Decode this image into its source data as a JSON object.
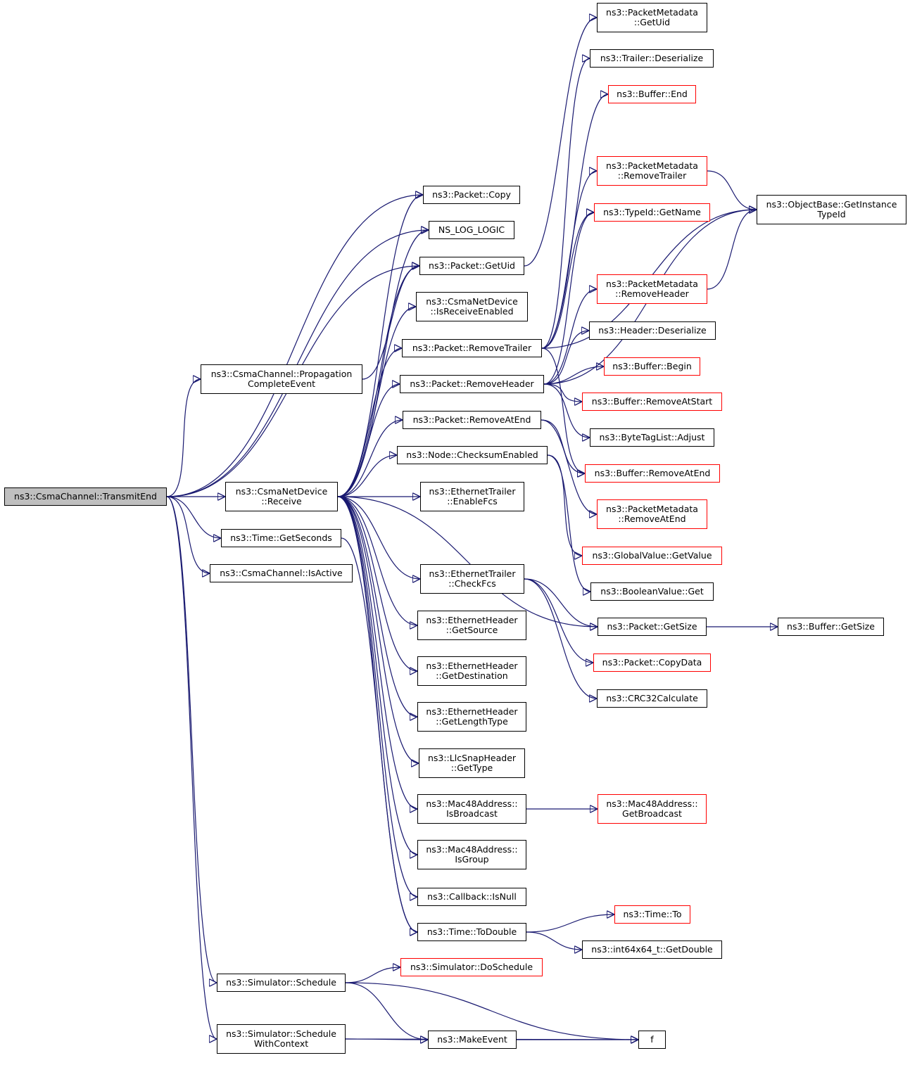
{
  "colors": {
    "edge": "#191970",
    "node_border": "#000000",
    "truncated_border": "#ff0000",
    "root_fill": "#bfbfbf"
  },
  "nodes": {
    "transmit_end": {
      "lines": [
        "ns3::CsmaChannel::TransmitEnd"
      ],
      "style": "root"
    },
    "packet_copy": {
      "lines": [
        "ns3::Packet::Copy"
      ],
      "style": "normal"
    },
    "ns_log_logic": {
      "lines": [
        "NS_LOG_LOGIC"
      ],
      "style": "normal"
    },
    "packet_getuid": {
      "lines": [
        "ns3::Packet::GetUid"
      ],
      "style": "normal"
    },
    "propagation_complete": {
      "lines": [
        "ns3::CsmaChannel::Propagation",
        "CompleteEvent"
      ],
      "style": "normal"
    },
    "csma_receive": {
      "lines": [
        "ns3::CsmaNetDevice",
        "::Receive"
      ],
      "style": "normal"
    },
    "time_getseconds": {
      "lines": [
        "ns3::Time::GetSeconds"
      ],
      "style": "normal"
    },
    "channel_isactive": {
      "lines": [
        "ns3::CsmaChannel::IsActive"
      ],
      "style": "normal"
    },
    "sim_schedule": {
      "lines": [
        "ns3::Simulator::Schedule"
      ],
      "style": "normal"
    },
    "sim_schedule_ctx": {
      "lines": [
        "ns3::Simulator::Schedule",
        "WithContext"
      ],
      "style": "normal"
    },
    "is_receive_enabled": {
      "lines": [
        "ns3::CsmaNetDevice",
        "::IsReceiveEnabled"
      ],
      "style": "normal"
    },
    "packet_remove_trailer": {
      "lines": [
        "ns3::Packet::RemoveTrailer"
      ],
      "style": "normal"
    },
    "packet_remove_header": {
      "lines": [
        "ns3::Packet::RemoveHeader"
      ],
      "style": "normal"
    },
    "packet_remove_atend": {
      "lines": [
        "ns3::Packet::RemoveAtEnd"
      ],
      "style": "normal"
    },
    "node_checksum": {
      "lines": [
        "ns3::Node::ChecksumEnabled"
      ],
      "style": "normal"
    },
    "eth_trailer_enablefcs": {
      "lines": [
        "ns3::EthernetTrailer",
        "::EnableFcs"
      ],
      "style": "normal"
    },
    "eth_trailer_checkfcs": {
      "lines": [
        "ns3::EthernetTrailer",
        "::CheckFcs"
      ],
      "style": "normal"
    },
    "eth_header_getsource": {
      "lines": [
        "ns3::EthernetHeader",
        "::GetSource"
      ],
      "style": "normal"
    },
    "eth_header_getdest": {
      "lines": [
        "ns3::EthernetHeader",
        "::GetDestination"
      ],
      "style": "normal"
    },
    "eth_header_getlen": {
      "lines": [
        "ns3::EthernetHeader",
        "::GetLengthType"
      ],
      "style": "normal"
    },
    "llc_gettype": {
      "lines": [
        "ns3::LlcSnapHeader",
        "::GetType"
      ],
      "style": "normal"
    },
    "mac48_isbroadcast": {
      "lines": [
        "ns3::Mac48Address::",
        "IsBroadcast"
      ],
      "style": "normal"
    },
    "mac48_isgroup": {
      "lines": [
        "ns3::Mac48Address::",
        "IsGroup"
      ],
      "style": "normal"
    },
    "callback_isnull": {
      "lines": [
        "ns3::Callback::IsNull"
      ],
      "style": "normal"
    },
    "time_todouble": {
      "lines": [
        "ns3::Time::ToDouble"
      ],
      "style": "normal"
    },
    "sim_doschedule": {
      "lines": [
        "ns3::Simulator::DoSchedule"
      ],
      "style": "truncated"
    },
    "make_event": {
      "lines": [
        "ns3::MakeEvent"
      ],
      "style": "normal"
    },
    "pm_getuid": {
      "lines": [
        "ns3::PacketMetadata",
        "::GetUid"
      ],
      "style": "normal"
    },
    "trailer_deserialize": {
      "lines": [
        "ns3::Trailer::Deserialize"
      ],
      "style": "normal"
    },
    "buffer_end": {
      "lines": [
        "ns3::Buffer::End"
      ],
      "style": "truncated"
    },
    "pm_removetrailer": {
      "lines": [
        "ns3::PacketMetadata",
        "::RemoveTrailer"
      ],
      "style": "truncated"
    },
    "typeid_getname": {
      "lines": [
        "ns3::TypeId::GetName"
      ],
      "style": "truncated"
    },
    "pm_removeheader": {
      "lines": [
        "ns3::PacketMetadata",
        "::RemoveHeader"
      ],
      "style": "truncated"
    },
    "header_deserialize": {
      "lines": [
        "ns3::Header::Deserialize"
      ],
      "style": "normal"
    },
    "buffer_begin": {
      "lines": [
        "ns3::Buffer::Begin"
      ],
      "style": "truncated"
    },
    "buffer_removeatstart": {
      "lines": [
        "ns3::Buffer::RemoveAtStart"
      ],
      "style": "truncated"
    },
    "bytetaglist_adjust": {
      "lines": [
        "ns3::ByteTagList::Adjust"
      ],
      "style": "normal"
    },
    "buffer_removeatend": {
      "lines": [
        "ns3::Buffer::RemoveAtEnd"
      ],
      "style": "truncated"
    },
    "pm_removeatend": {
      "lines": [
        "ns3::PacketMetadata",
        "::RemoveAtEnd"
      ],
      "style": "truncated"
    },
    "globalvalue_getvalue": {
      "lines": [
        "ns3::GlobalValue::GetValue"
      ],
      "style": "truncated"
    },
    "booleanvalue_get": {
      "lines": [
        "ns3::BooleanValue::Get"
      ],
      "style": "normal"
    },
    "packet_getsize": {
      "lines": [
        "ns3::Packet::GetSize"
      ],
      "style": "normal"
    },
    "packet_copydata": {
      "lines": [
        "ns3::Packet::CopyData"
      ],
      "style": "truncated"
    },
    "crc32_calculate": {
      "lines": [
        "ns3::CRC32Calculate"
      ],
      "style": "normal"
    },
    "mac48_getbroadcast": {
      "lines": [
        "ns3::Mac48Address::",
        "GetBroadcast"
      ],
      "style": "truncated"
    },
    "time_to": {
      "lines": [
        "ns3::Time::To"
      ],
      "style": "truncated"
    },
    "int64_getdouble": {
      "lines": [
        "ns3::int64x64_t::GetDouble"
      ],
      "style": "normal"
    },
    "f": {
      "lines": [
        "f"
      ],
      "style": "normal"
    },
    "objectbase_getinstance": {
      "lines": [
        "ns3::ObjectBase::GetInstance",
        "TypeId"
      ],
      "style": "normal"
    },
    "buffer_getsize": {
      "lines": [
        "ns3::Buffer::GetSize"
      ],
      "style": "normal"
    }
  },
  "edges": [
    [
      "transmit_end",
      "packet_copy"
    ],
    [
      "transmit_end",
      "ns_log_logic"
    ],
    [
      "transmit_end",
      "packet_getuid"
    ],
    [
      "transmit_end",
      "propagation_complete"
    ],
    [
      "transmit_end",
      "csma_receive"
    ],
    [
      "transmit_end",
      "time_getseconds"
    ],
    [
      "transmit_end",
      "channel_isactive"
    ],
    [
      "transmit_end",
      "sim_schedule"
    ],
    [
      "transmit_end",
      "sim_schedule_ctx"
    ],
    [
      "propagation_complete",
      "packet_getuid"
    ],
    [
      "csma_receive",
      "packet_copy"
    ],
    [
      "csma_receive",
      "ns_log_logic"
    ],
    [
      "csma_receive",
      "packet_getuid"
    ],
    [
      "csma_receive",
      "is_receive_enabled"
    ],
    [
      "csma_receive",
      "packet_remove_trailer"
    ],
    [
      "csma_receive",
      "packet_remove_header"
    ],
    [
      "csma_receive",
      "packet_remove_atend"
    ],
    [
      "csma_receive",
      "node_checksum"
    ],
    [
      "csma_receive",
      "eth_trailer_enablefcs"
    ],
    [
      "csma_receive",
      "eth_trailer_checkfcs"
    ],
    [
      "csma_receive",
      "eth_header_getsource"
    ],
    [
      "csma_receive",
      "eth_header_getdest"
    ],
    [
      "csma_receive",
      "eth_header_getlen"
    ],
    [
      "csma_receive",
      "llc_gettype"
    ],
    [
      "csma_receive",
      "mac48_isbroadcast"
    ],
    [
      "csma_receive",
      "mac48_isgroup"
    ],
    [
      "csma_receive",
      "callback_isnull"
    ],
    [
      "csma_receive",
      "time_todouble"
    ],
    [
      "csma_receive",
      "packet_getsize"
    ],
    [
      "time_getseconds",
      "time_todouble"
    ],
    [
      "sim_schedule",
      "sim_doschedule"
    ],
    [
      "sim_schedule",
      "make_event"
    ],
    [
      "sim_schedule",
      "f"
    ],
    [
      "sim_schedule_ctx",
      "make_event"
    ],
    [
      "sim_schedule_ctx",
      "f"
    ],
    [
      "make_event",
      "f"
    ],
    [
      "packet_getuid",
      "pm_getuid"
    ],
    [
      "packet_remove_trailer",
      "trailer_deserialize"
    ],
    [
      "packet_remove_trailer",
      "buffer_end"
    ],
    [
      "packet_remove_trailer",
      "pm_removetrailer"
    ],
    [
      "packet_remove_trailer",
      "typeid_getname"
    ],
    [
      "packet_remove_trailer",
      "objectbase_getinstance"
    ],
    [
      "packet_remove_trailer",
      "buffer_removeatend"
    ],
    [
      "packet_remove_header",
      "typeid_getname"
    ],
    [
      "packet_remove_header",
      "objectbase_getinstance"
    ],
    [
      "packet_remove_header",
      "pm_removeheader"
    ],
    [
      "packet_remove_header",
      "header_deserialize"
    ],
    [
      "packet_remove_header",
      "buffer_begin"
    ],
    [
      "packet_remove_header",
      "buffer_removeatstart"
    ],
    [
      "packet_remove_header",
      "bytetaglist_adjust"
    ],
    [
      "packet_remove_atend",
      "buffer_removeatend"
    ],
    [
      "packet_remove_atend",
      "pm_removeatend"
    ],
    [
      "node_checksum",
      "globalvalue_getvalue"
    ],
    [
      "node_checksum",
      "booleanvalue_get"
    ],
    [
      "eth_trailer_checkfcs",
      "packet_getsize"
    ],
    [
      "eth_trailer_checkfcs",
      "packet_copydata"
    ],
    [
      "eth_trailer_checkfcs",
      "crc32_calculate"
    ],
    [
      "mac48_isbroadcast",
      "mac48_getbroadcast"
    ],
    [
      "time_todouble",
      "time_to"
    ],
    [
      "time_todouble",
      "int64_getdouble"
    ],
    [
      "pm_removetrailer",
      "objectbase_getinstance"
    ],
    [
      "pm_removeheader",
      "objectbase_getinstance"
    ],
    [
      "packet_getsize",
      "buffer_getsize"
    ]
  ]
}
